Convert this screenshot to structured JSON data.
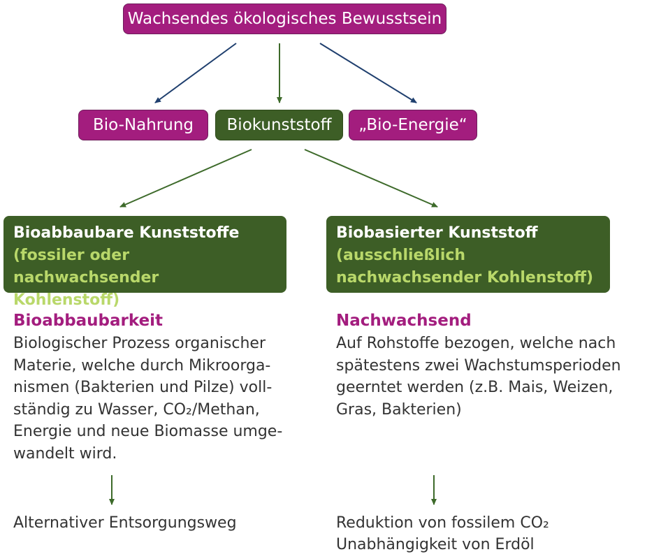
{
  "top": {
    "label": "Wachsendes ökologisches Bewusstsein"
  },
  "middle": {
    "bio_nahrung": "Bio-Nahrung",
    "biokunststoff": "Biokunststoff",
    "bio_energie": "„Bio-Energie“"
  },
  "left": {
    "title": "Bioabbaubare Kunststoffe",
    "subtitle": "(fossiler oder nachwachsender\nKohlenstoff)",
    "heading": "Bioabbaubarkeit",
    "text": "Biologischer Prozess organischer\nMaterie, welche durch Mikroorga-\nnismen (Bakterien und Pilze) voll-\nständig zu Wasser, CO₂/Methan,\nEnergie und neue Biomasse umge-\nwandelt wird.",
    "result": "Alternativer Entsorgungsweg"
  },
  "right": {
    "title": "Biobasierter Kunststoff",
    "subtitle": "(ausschließlich\nnachwachsender Kohlenstoff)",
    "heading": "Nachwachsend",
    "text": "Auf Rohstoffe bezogen, welche nach\nspätestens zwei Wachstumsperioden\ngeerntet werden (z.B. Mais, Weizen,\nGras, Bakterien)",
    "result_line1": "Reduktion von fossilem CO₂",
    "result_line2": "Unabhängigkeit von Erdöl"
  },
  "colors": {
    "magenta": "#a31d7e",
    "dark_green": "#3d5e26",
    "light_green": "#b9d86a",
    "navy_arrow": "#1f3f6e",
    "green_arrow": "#3d6a2a"
  }
}
